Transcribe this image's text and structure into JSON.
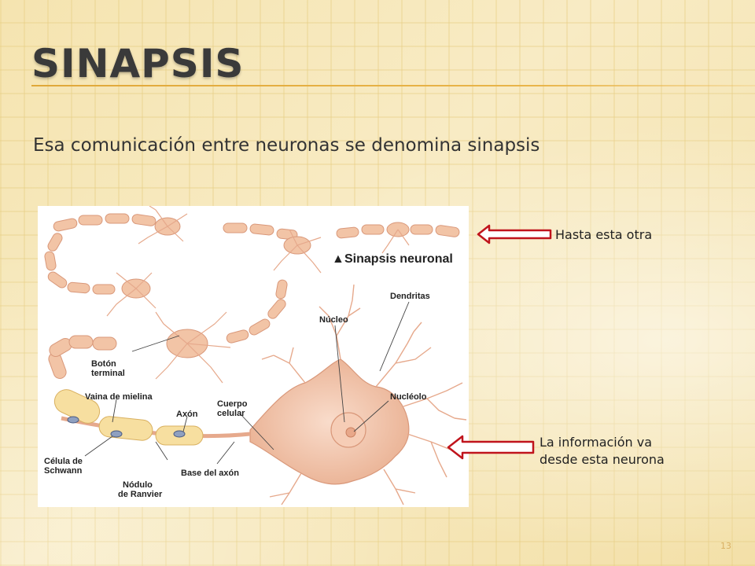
{
  "slide": {
    "title": "Sinapsis",
    "subtitle": "Esa comunicación entre neuronas se denomina sinapsis",
    "page_number": "13"
  },
  "figure": {
    "caption_marker": "▲",
    "caption": "Sinapsis neuronal",
    "labels": {
      "dendritas": "Dendritas",
      "nucleo": "Núcleo",
      "nucleolo": "Nucléolo",
      "boton_line1": "Botón",
      "boton_line2": "terminal",
      "vaina": "Vaina de mielina",
      "axon": "Axón",
      "cuerpo_line1": "Cuerpo",
      "cuerpo_line2": "celular",
      "celula_line1": "Célula de",
      "celula_line2": "Schwann",
      "nodulo_line1": "Nódulo",
      "nodulo_line2": "de Ranvier",
      "base_axon": "Base del axón"
    }
  },
  "callouts": {
    "top": "Hasta esta otra",
    "bottom_line1": "La información va",
    "bottom_line2": "desde esta neurona"
  },
  "colors": {
    "arrow_outline": "#c0141c",
    "neuron_fill": "#f2c4a6",
    "myelin_fill": "#f7dfa0",
    "accent_rule": "#e0a83a"
  }
}
